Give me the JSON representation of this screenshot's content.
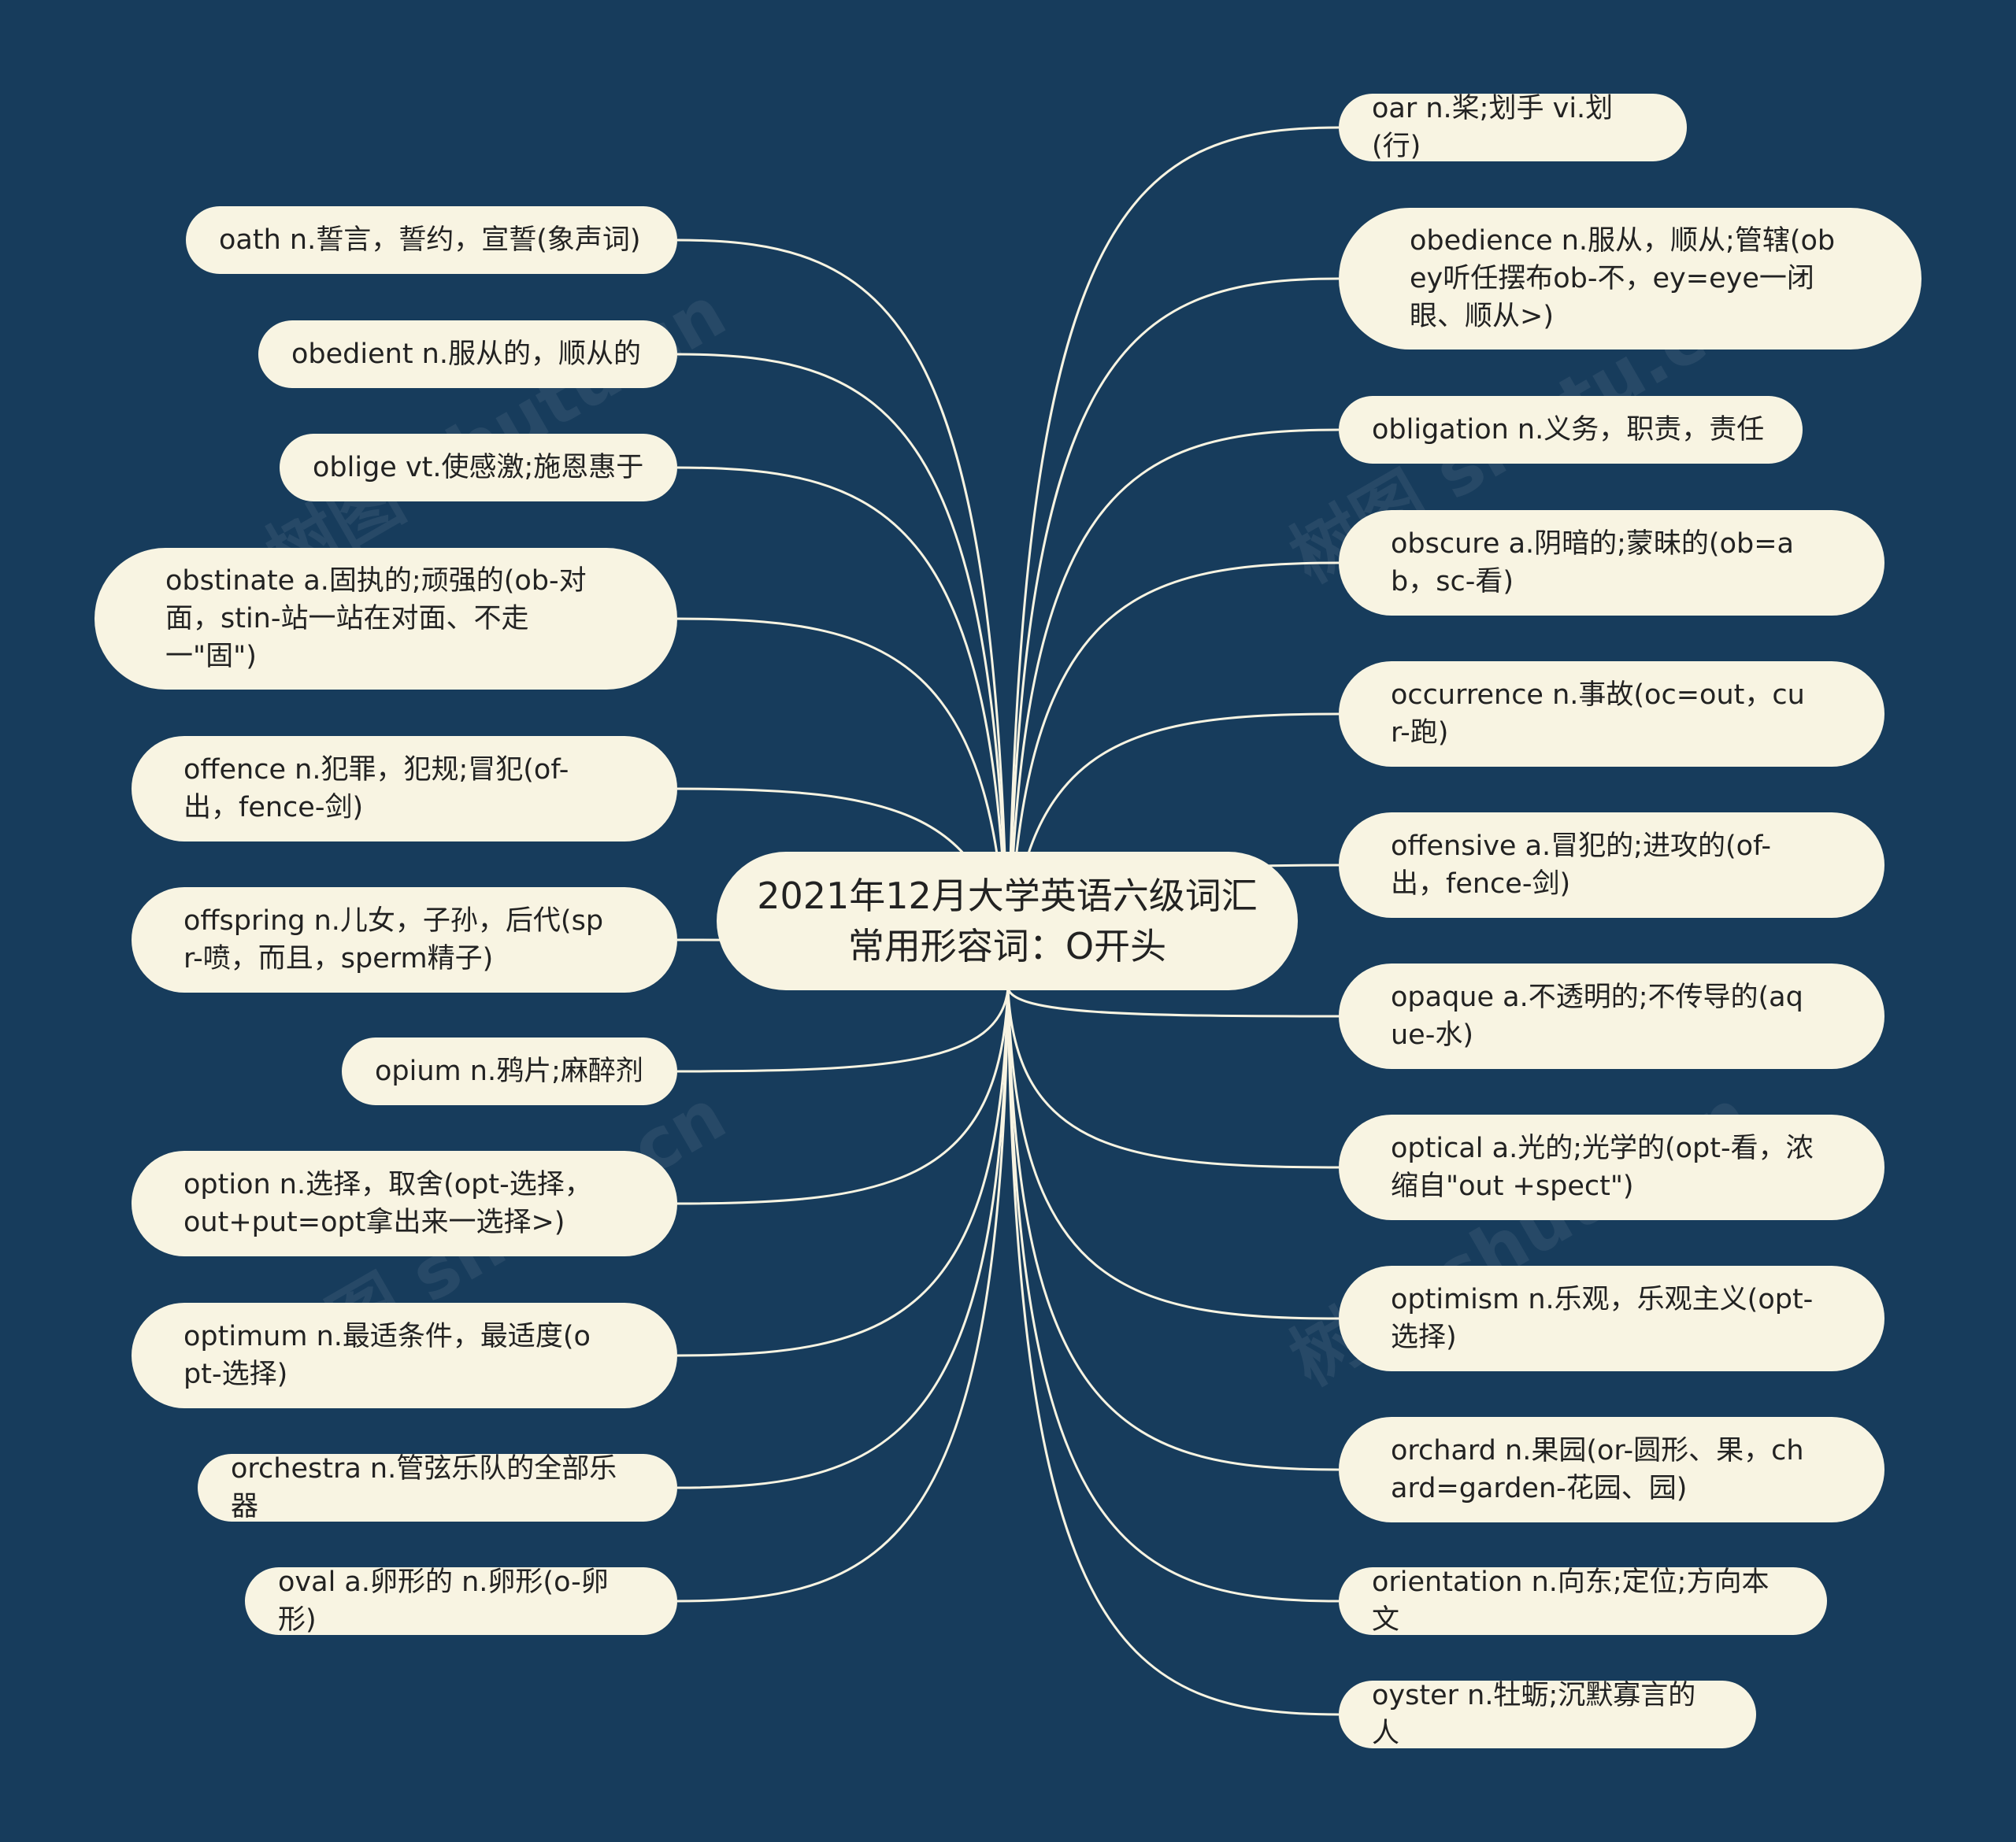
{
  "center": {
    "title": "2021年12月大学英语六级词汇常用形容词：O开头"
  },
  "left_nodes": [
    {
      "text": "oath n.誓言，誓约，宣誓(象声词)"
    },
    {
      "text": "obedient n.服从的，顺从的"
    },
    {
      "text": "oblige vt.使感激;施恩惠于"
    },
    {
      "text": "obstinate a.固执的;顽强的(ob-对面，stin-站一站在对面、不走一\"固\")"
    },
    {
      "text": "offence n.犯罪，犯规;冒犯(of-出，fence-剑)"
    },
    {
      "text": "offspring n.儿女，子孙，后代(spr-喷，而且，sperm精子)"
    },
    {
      "text": "opium n.鸦片;麻醉剂"
    },
    {
      "text": "option n.选择，取舍(opt-选择，out+put=opt拿出来一选择>)"
    },
    {
      "text": "optimum n.最适条件，最适度(opt-选择)"
    },
    {
      "text": "orchestra n.管弦乐队的全部乐器"
    },
    {
      "text": "oval a.卵形的 n.卵形(o-卵形)"
    }
  ],
  "right_nodes": [
    {
      "text": "oar n.桨;划手 vi.划(行)"
    },
    {
      "text": "obedience n.服从，顺从;管辖(obey听任摆布ob-不，ey=eye一闭眼、顺从>)"
    },
    {
      "text": "obligation n.义务，职责，责任"
    },
    {
      "text": "obscure a.阴暗的;蒙昧的(ob=ab，sc-看)"
    },
    {
      "text": "occurrence n.事故(oc=out，cur-跑)"
    },
    {
      "text": "offensive a.冒犯的;进攻的(of-出，fence-剑)"
    },
    {
      "text": "opaque a.不透明的;不传导的(aque-水)"
    },
    {
      "text": "optical a.光的;光学的(opt-看，浓缩自\"out +spect\")"
    },
    {
      "text": "optimism n.乐观，乐观主义(opt-选择)"
    },
    {
      "text": "orchard n.果园(or-圆形、果，chard=garden-花园、园)"
    },
    {
      "text": "orientation n.向东;定位;方向本文"
    },
    {
      "text": "oyster n.牡蛎;沉默寡言的人"
    }
  ],
  "watermark": "树图 shutu.cn"
}
